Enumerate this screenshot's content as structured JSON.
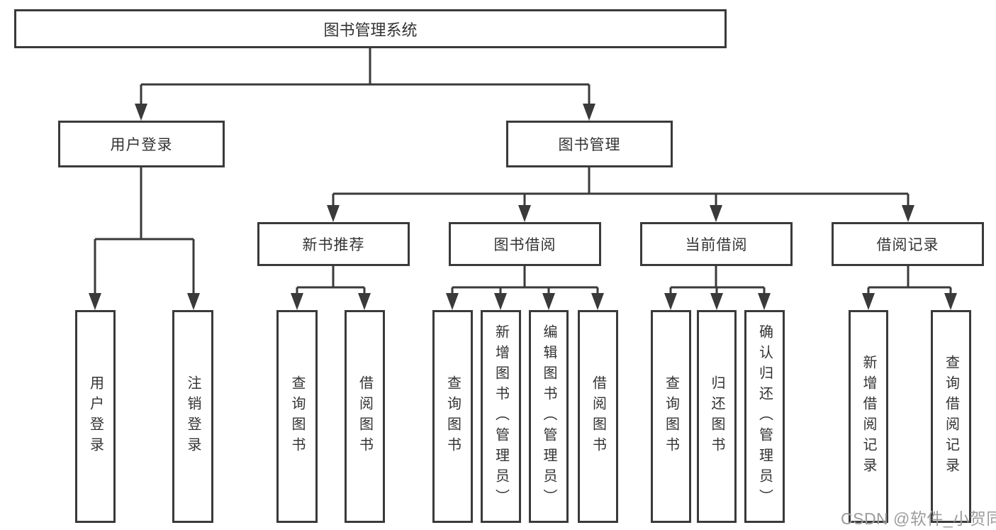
{
  "diagram": {
    "root": {
      "label": "图书管理系统"
    },
    "branches": [
      {
        "label": "用户登录",
        "children": [
          {
            "label": "用户登录"
          },
          {
            "label": "注销登录"
          }
        ]
      },
      {
        "label": "图书管理",
        "children": [
          {
            "label": "新书推荐",
            "children": [
              {
                "label": "查询图书"
              },
              {
                "label": "借阅图书"
              }
            ]
          },
          {
            "label": "图书借阅",
            "children": [
              {
                "label": "查询图书"
              },
              {
                "label": "新增图书（管理员）"
              },
              {
                "label": "编辑图书（管理员）"
              },
              {
                "label": "借阅图书"
              }
            ]
          },
          {
            "label": "当前借阅",
            "children": [
              {
                "label": "查询图书"
              },
              {
                "label": "归还图书"
              },
              {
                "label": "确认归还（管理员）"
              }
            ]
          },
          {
            "label": "借阅记录",
            "children": [
              {
                "label": "新增借阅记录"
              },
              {
                "label": "查询借阅记录"
              }
            ]
          }
        ]
      }
    ]
  },
  "watermark": {
    "text": "CSDN @软件_小贺同学"
  },
  "colors": {
    "line": "#3a3a3a",
    "box_border": "#3a3a3a",
    "text": "#333333",
    "watermark_text": "#9c9c9c",
    "background": "#ffffff"
  }
}
